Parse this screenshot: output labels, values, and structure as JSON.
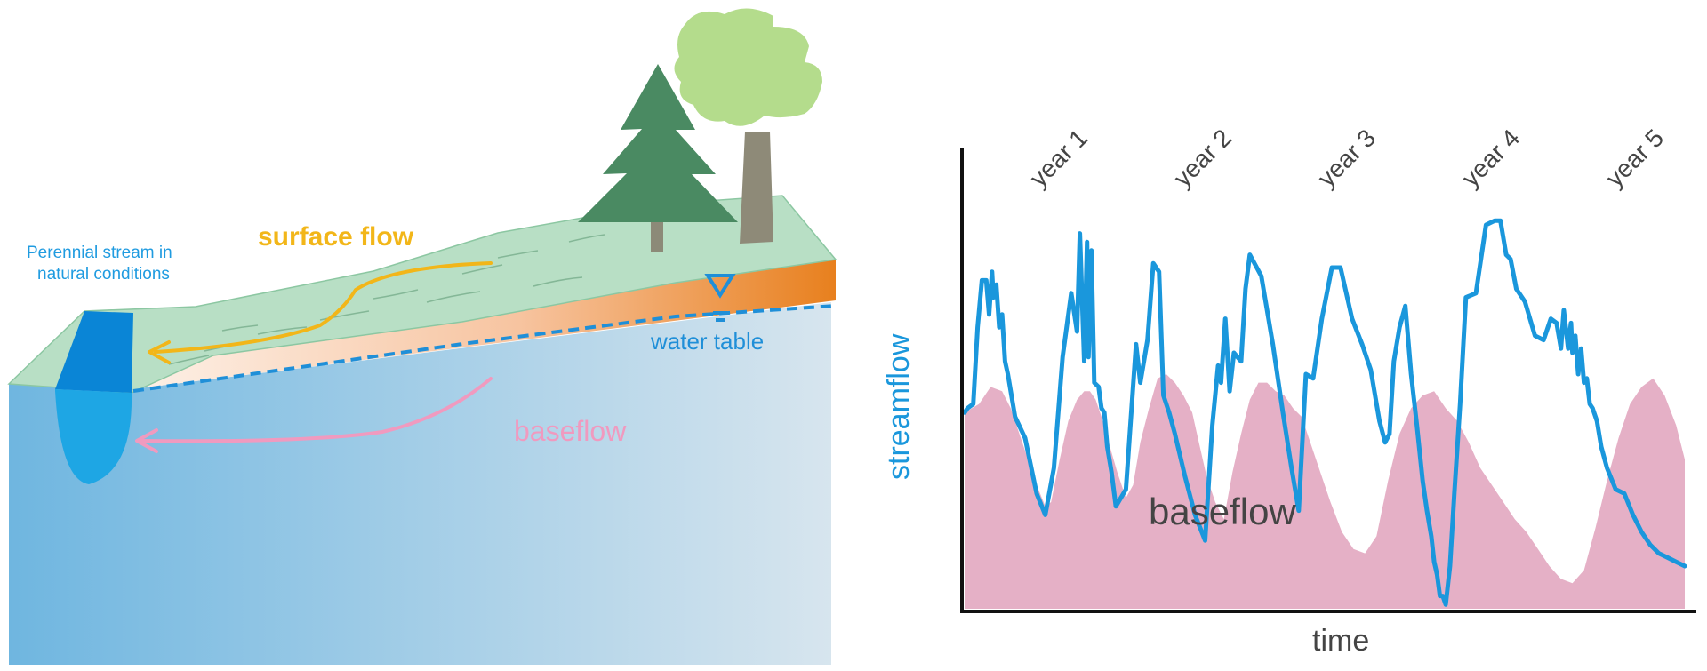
{
  "colors": {
    "stream_label": "#1f9be0",
    "surface_flow": "#f2b619",
    "baseflow_arrow": "#f09abf",
    "baseflow_text": "#f09abf",
    "water_table": "#1f8fd8",
    "hydrograph": "#1a97dc",
    "baseflow_fill": "#e5b0c6",
    "streamflow_axis_label": "#1a97dc",
    "chart_text": "#444444",
    "axis": "#111111",
    "grass": "#b8dfc5",
    "soil_orange": "#e98423",
    "ground_blue": "#7fbde0",
    "stream_water": "#0a85d6"
  },
  "diagram": {
    "stream_label_line1": "Perennial stream in",
    "stream_label_line2": "natural conditions",
    "surface_flow_label": "surface flow",
    "water_table_label": "water table",
    "baseflow_label": "baseflow"
  },
  "chart_data": {
    "type": "area",
    "title": "",
    "xlabel": "time",
    "ylabel": "streamflow",
    "year_labels": [
      "year 1",
      "year 2",
      "year 3",
      "year 4",
      "year 5"
    ],
    "fill_label": "baseflow",
    "xlim": [
      0,
      5
    ],
    "ylim": [
      0,
      1
    ],
    "grid": false,
    "series": [
      {
        "name": "streamflow",
        "x": [
          0,
          0.02,
          0.06,
          0.09,
          0.12,
          0.15,
          0.17,
          0.19,
          0.2,
          0.22,
          0.24,
          0.26,
          0.28,
          0.3,
          0.35,
          0.42,
          0.5,
          0.56,
          0.62,
          0.68,
          0.74,
          0.78,
          0.8,
          0.83,
          0.85,
          0.86,
          0.88,
          0.9,
          0.93,
          0.95,
          0.97,
          0.99,
          1.02,
          1.05,
          1.12,
          1.19,
          1.22,
          1.27,
          1.31,
          1.35,
          1.38,
          1.42,
          1.46,
          1.53,
          1.6,
          1.67,
          1.72,
          1.76,
          1.78,
          1.81,
          1.84,
          1.87,
          1.92,
          1.95,
          1.98,
          2.06,
          2.14,
          2.21,
          2.27,
          2.32,
          2.37,
          2.42,
          2.48,
          2.55,
          2.61,
          2.69,
          2.76,
          2.82,
          2.88,
          2.92,
          2.95,
          2.98,
          3.02,
          3.06,
          3.1,
          3.14,
          3.18,
          3.21,
          3.24,
          3.26,
          3.28,
          3.3,
          3.32,
          3.34,
          3.37,
          3.4,
          3.44,
          3.48,
          3.55,
          3.62,
          3.68,
          3.72,
          3.76,
          3.79,
          3.83,
          3.89,
          3.96,
          4.02,
          4.07,
          4.11,
          4.14,
          4.16,
          4.19,
          4.21,
          4.22,
          4.24,
          4.26,
          4.28,
          4.3,
          4.32,
          4.34,
          4.36,
          4.39,
          4.42,
          4.46,
          4.52,
          4.58,
          4.64,
          4.7,
          4.76,
          4.82,
          4.88,
          4.94,
          5
        ],
        "y": [
          0.46,
          0.47,
          0.48,
          0.66,
          0.77,
          0.77,
          0.69,
          0.79,
          0.73,
          0.76,
          0.66,
          0.69,
          0.58,
          0.55,
          0.45,
          0.4,
          0.27,
          0.22,
          0.33,
          0.59,
          0.74,
          0.65,
          0.88,
          0.58,
          0.86,
          0.59,
          0.84,
          0.53,
          0.52,
          0.47,
          0.46,
          0.38,
          0.32,
          0.24,
          0.28,
          0.62,
          0.53,
          0.63,
          0.81,
          0.79,
          0.5,
          0.46,
          0.41,
          0.31,
          0.22,
          0.16,
          0.43,
          0.57,
          0.53,
          0.68,
          0.51,
          0.6,
          0.58,
          0.75,
          0.83,
          0.78,
          0.62,
          0.46,
          0.33,
          0.23,
          0.55,
          0.54,
          0.68,
          0.8,
          0.8,
          0.68,
          0.62,
          0.56,
          0.44,
          0.39,
          0.41,
          0.58,
          0.66,
          0.71,
          0.55,
          0.43,
          0.3,
          0.23,
          0.17,
          0.11,
          0.08,
          0.03,
          0.03,
          0.01,
          0.1,
          0.27,
          0.48,
          0.73,
          0.74,
          0.9,
          0.91,
          0.91,
          0.83,
          0.82,
          0.75,
          0.72,
          0.64,
          0.63,
          0.68,
          0.67,
          0.61,
          0.7,
          0.61,
          0.67,
          0.6,
          0.64,
          0.55,
          0.61,
          0.53,
          0.54,
          0.48,
          0.47,
          0.44,
          0.38,
          0.33,
          0.28,
          0.27,
          0.22,
          0.18,
          0.15,
          0.13,
          0.12,
          0.11,
          0.1
        ]
      },
      {
        "name": "baseflow",
        "x": [
          0,
          0.1,
          0.18,
          0.26,
          0.32,
          0.38,
          0.44,
          0.5,
          0.56,
          0.6,
          0.66,
          0.72,
          0.78,
          0.83,
          0.87,
          0.91,
          0.95,
          1.0,
          1.06,
          1.12,
          1.17,
          1.22,
          1.28,
          1.34,
          1.4,
          1.46,
          1.52,
          1.58,
          1.62,
          1.68,
          1.74,
          1.8,
          1.86,
          1.92,
          1.98,
          2.04,
          2.1,
          2.16,
          2.22,
          2.28,
          2.34,
          2.4,
          2.46,
          2.54,
          2.62,
          2.7,
          2.78,
          2.86,
          2.94,
          3.02,
          3.1,
          3.18,
          3.26,
          3.34,
          3.42,
          3.5,
          3.58,
          3.66,
          3.74,
          3.82,
          3.9,
          3.98,
          4.06,
          4.14,
          4.22,
          4.3,
          4.38,
          4.46,
          4.54,
          4.62,
          4.7,
          4.78,
          4.86,
          4.94,
          5
        ],
        "y": [
          0.46,
          0.48,
          0.52,
          0.51,
          0.47,
          0.41,
          0.35,
          0.29,
          0.24,
          0.25,
          0.35,
          0.44,
          0.49,
          0.51,
          0.51,
          0.49,
          0.45,
          0.39,
          0.32,
          0.26,
          0.29,
          0.39,
          0.47,
          0.54,
          0.55,
          0.53,
          0.5,
          0.46,
          0.4,
          0.31,
          0.25,
          0.21,
          0.32,
          0.41,
          0.49,
          0.53,
          0.53,
          0.51,
          0.5,
          0.47,
          0.45,
          0.39,
          0.33,
          0.25,
          0.18,
          0.14,
          0.13,
          0.17,
          0.3,
          0.41,
          0.47,
          0.5,
          0.51,
          0.47,
          0.44,
          0.39,
          0.33,
          0.29,
          0.25,
          0.21,
          0.18,
          0.14,
          0.1,
          0.07,
          0.06,
          0.09,
          0.19,
          0.3,
          0.4,
          0.48,
          0.52,
          0.54,
          0.5,
          0.43,
          0.35
        ]
      }
    ]
  }
}
